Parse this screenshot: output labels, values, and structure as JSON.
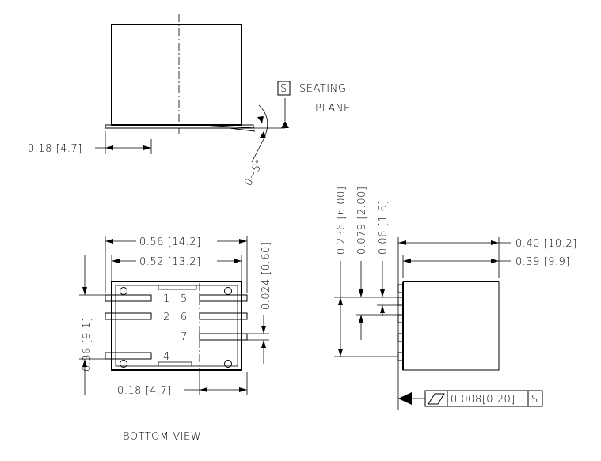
{
  "side_view": {
    "seating_datum": "S",
    "seating_label_1": "SEATING",
    "seating_label_2": "PLANE",
    "offset_dim": "0.18 [4.7]",
    "angle_dim": "0~5°"
  },
  "bottom_view": {
    "caption": "BOTTOM VIEW",
    "width_outer": "0.56 [14.2]",
    "width_inner": "0.52 [13.2]",
    "height_dim": "0.36 [9.1]",
    "pin_thickness": "0.024 [0.60]",
    "offset_dim": "0.18 [4.7]",
    "pins": [
      "1",
      "2",
      "4",
      "5",
      "6",
      "7"
    ]
  },
  "end_view": {
    "depth_outer": "0.40 [10.2]",
    "depth_inner": "0.39 [9.9]",
    "height_1": "0.236 [6.00]",
    "height_2": "0.079 [2.00]",
    "height_3": "0.06 [1.6]",
    "flatness_value": "0.008[0.20]",
    "flatness_datum": "S",
    "flatness_symbol": "parallelogram-icon"
  }
}
